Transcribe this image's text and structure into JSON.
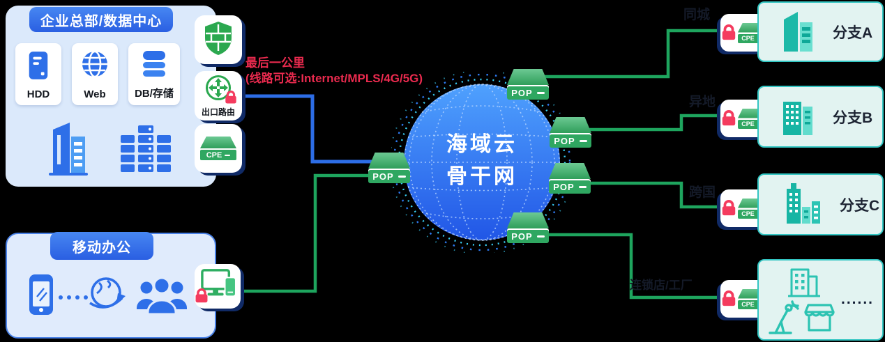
{
  "hq": {
    "title": "企业总部/数据中心",
    "cards": [
      {
        "label": "HDD"
      },
      {
        "label": "Web"
      },
      {
        "label": "DB/存储"
      }
    ],
    "router_label": "出口路由"
  },
  "mobile": {
    "title": "移动办公"
  },
  "cloud": {
    "line1": "海域云",
    "line2": "骨干网"
  },
  "device": {
    "pop": "POP",
    "cpe": "CPE"
  },
  "annotation": {
    "line1": "最后一公里",
    "line2": "(线路可选:Internet/MPLS/4G/5G)"
  },
  "links": {
    "a": "同城",
    "b": "异地",
    "c": "跨国",
    "d": "连锁店/工厂"
  },
  "branches": [
    {
      "label": "分支A"
    },
    {
      "label": "分支B"
    },
    {
      "label": "分支C"
    }
  ],
  "misc": {
    "ellipsis": "......"
  },
  "colors": {
    "line_blue": "#2d6de6",
    "line_green": "#1ea55e",
    "device_green": "#2fa761",
    "teal_border": "#33c6c3",
    "lock_red": "#f43b5e",
    "annotation_red": "#e92a4e",
    "globe_blue_top": "#4fa1fe",
    "globe_blue_bottom": "#2156e6"
  }
}
